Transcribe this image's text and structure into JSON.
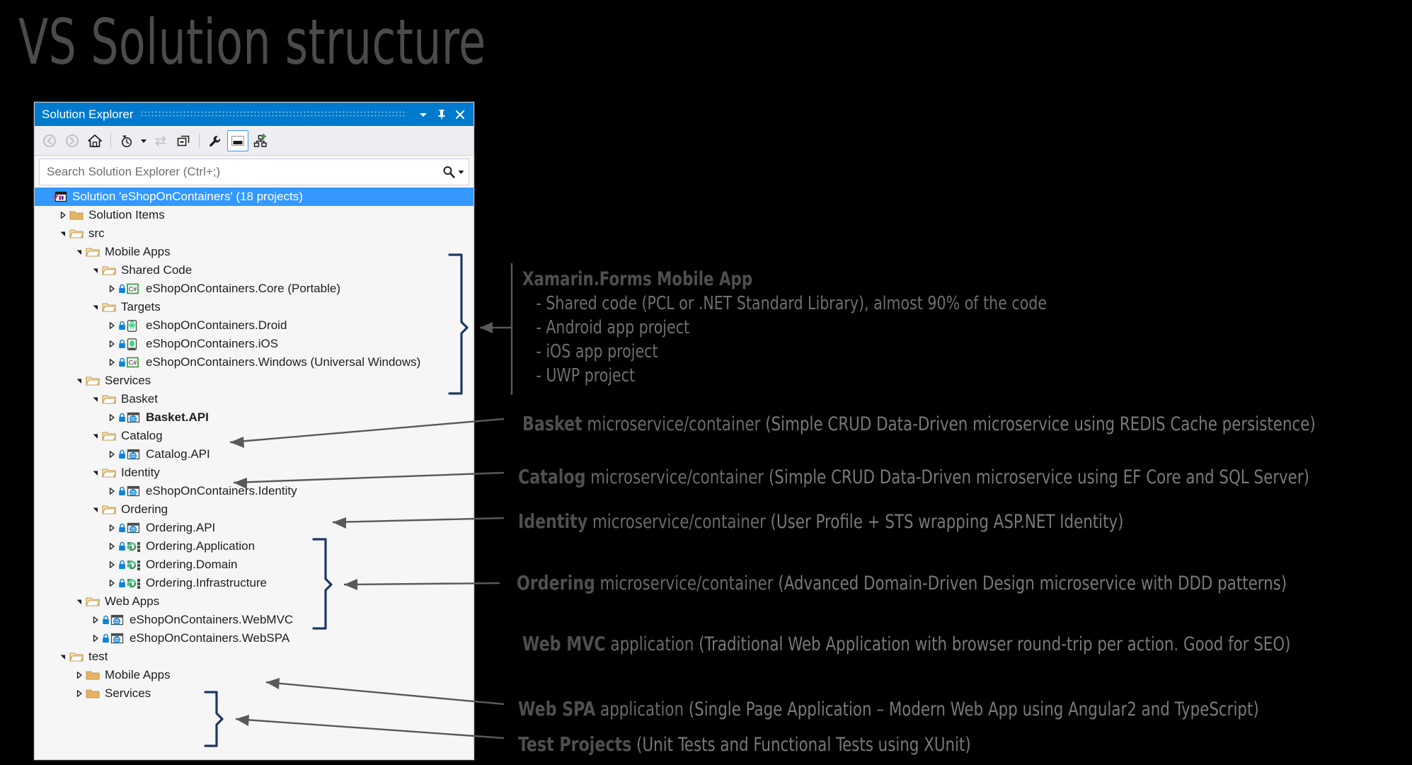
{
  "slide": {
    "title": "VS Solution structure",
    "background": "#000000",
    "title_color": "#4b4b4b"
  },
  "solution_explorer": {
    "titlebar": {
      "label": "Solution Explorer",
      "accent_color": "#007acc",
      "buttons": [
        {
          "name": "dropdown",
          "glyph": "chevron-down-icon"
        },
        {
          "name": "pin",
          "glyph": "pin-icon"
        },
        {
          "name": "close",
          "glyph": "close-icon"
        }
      ]
    },
    "toolbar": {
      "items": [
        {
          "name": "back",
          "icon": "back-arrow-icon",
          "enabled": false
        },
        {
          "name": "forward",
          "icon": "forward-arrow-icon",
          "enabled": false
        },
        {
          "name": "home",
          "icon": "home-icon",
          "enabled": true
        },
        {
          "name": "pending-changes",
          "icon": "clock-icon",
          "enabled": true,
          "has_dropdown": true
        },
        {
          "name": "sync-with-active-document",
          "icon": "sync-icon",
          "enabled": false
        },
        {
          "name": "collapse-all",
          "icon": "collapse-all-icon",
          "enabled": true
        },
        {
          "name": "properties",
          "icon": "wrench-icon",
          "enabled": true
        },
        {
          "name": "preview-selected-items",
          "icon": "preview-pane-icon",
          "enabled": true,
          "selected": true
        },
        {
          "name": "view-class-diagram",
          "icon": "hierarchy-plus-icon",
          "enabled": true
        }
      ]
    },
    "search": {
      "placeholder": "Search Solution Explorer (Ctrl+;)",
      "value": "",
      "icon": "magnifier-icon",
      "dropdown_icon": "chevron-down-icon"
    },
    "tree": [
      {
        "depth": 0,
        "label": "Solution 'eShopOnContainers' (18 projects)",
        "icon": "solution-icon",
        "state": "expanded",
        "selected": true
      },
      {
        "depth": 1,
        "label": "Solution Items",
        "icon": "folder-closed-icon",
        "state": "collapsed"
      },
      {
        "depth": 1,
        "label": "src",
        "icon": "folder-open-icon",
        "state": "expanded"
      },
      {
        "depth": 2,
        "label": "Mobile Apps",
        "icon": "folder-open-icon",
        "state": "expanded"
      },
      {
        "depth": 3,
        "label": "Shared Code",
        "icon": "folder-open-icon",
        "state": "expanded"
      },
      {
        "depth": 4,
        "label": "eShopOnContainers.Core (Portable)",
        "icon": "csharp-project-icon",
        "state": "collapsed",
        "locked": true
      },
      {
        "depth": 3,
        "label": "Targets",
        "icon": "folder-open-icon",
        "state": "expanded"
      },
      {
        "depth": 4,
        "label": "eShopOnContainers.Droid",
        "icon": "android-project-icon",
        "state": "collapsed",
        "locked": true
      },
      {
        "depth": 4,
        "label": "eShopOnContainers.iOS",
        "icon": "ios-project-icon",
        "state": "collapsed",
        "locked": true
      },
      {
        "depth": 4,
        "label": "eShopOnContainers.Windows (Universal Windows)",
        "icon": "csharp-project-icon",
        "state": "collapsed",
        "locked": true
      },
      {
        "depth": 2,
        "label": "Services",
        "icon": "folder-open-icon",
        "state": "expanded"
      },
      {
        "depth": 3,
        "label": "Basket",
        "icon": "folder-open-icon",
        "state": "expanded"
      },
      {
        "depth": 4,
        "label": "Basket.API",
        "icon": "web-project-icon",
        "state": "collapsed",
        "locked": true,
        "bold": true
      },
      {
        "depth": 3,
        "label": "Catalog",
        "icon": "folder-open-icon",
        "state": "expanded"
      },
      {
        "depth": 4,
        "label": "Catalog.API",
        "icon": "web-project-icon",
        "state": "collapsed",
        "locked": true
      },
      {
        "depth": 3,
        "label": "Identity",
        "icon": "folder-open-icon",
        "state": "expanded"
      },
      {
        "depth": 4,
        "label": "eShopOnContainers.Identity",
        "icon": "web-project-icon",
        "state": "collapsed",
        "locked": true
      },
      {
        "depth": 3,
        "label": "Ordering",
        "icon": "folder-open-icon",
        "state": "expanded"
      },
      {
        "depth": 4,
        "label": "Ordering.API",
        "icon": "web-project-icon",
        "state": "collapsed",
        "locked": true
      },
      {
        "depth": 4,
        "label": "Ordering.Application",
        "icon": "class-library-icon",
        "state": "collapsed",
        "locked": true
      },
      {
        "depth": 4,
        "label": "Ordering.Domain",
        "icon": "class-library-icon",
        "state": "collapsed",
        "locked": true
      },
      {
        "depth": 4,
        "label": "Ordering.Infrastructure",
        "icon": "class-library-icon",
        "state": "collapsed",
        "locked": true
      },
      {
        "depth": 2,
        "label": "Web Apps",
        "icon": "folder-open-icon",
        "state": "expanded"
      },
      {
        "depth": 3,
        "label": "eShopOnContainers.WebMVC",
        "icon": "web-project-icon",
        "state": "collapsed",
        "locked": true
      },
      {
        "depth": 3,
        "label": "eShopOnContainers.WebSPA",
        "icon": "web-project-icon",
        "state": "collapsed",
        "locked": true
      },
      {
        "depth": 1,
        "label": "test",
        "icon": "folder-open-icon",
        "state": "expanded"
      },
      {
        "depth": 2,
        "label": "Mobile Apps",
        "icon": "folder-closed-icon",
        "state": "collapsed"
      },
      {
        "depth": 2,
        "label": "Services",
        "icon": "folder-closed-icon",
        "state": "collapsed"
      }
    ]
  },
  "annotations": {
    "mobile": {
      "title": "Xamarin.Forms Mobile App",
      "bullets": [
        "- Shared code (PCL or .NET Standard Library), almost 90% of the code",
        "- Android app project",
        "- iOS app project",
        "- UWP project"
      ]
    },
    "lines": [
      {
        "name": "basket",
        "head": "Basket",
        "mid": " microservice/container ",
        "sub": "(Simple CRUD Data-Driven microservice using REDIS Cache persistence)"
      },
      {
        "name": "catalog",
        "head": "Catalog",
        "mid": " microservice/container ",
        "sub": "(Simple CRUD Data-Driven microservice using EF Core and SQL Server)"
      },
      {
        "name": "identity",
        "head": "Identity",
        "mid": " microservice/container ",
        "sub": "(User Profile + STS wrapping ASP.NET Identity)"
      },
      {
        "name": "ordering",
        "head": "Ordering",
        "mid": " microservice/container ",
        "sub": "(Advanced Domain-Driven Design microservice with DDD patterns)"
      },
      {
        "name": "webmvc",
        "head": "Web MVC",
        "mid": " application ",
        "sub": "(Traditional Web Application with browser round-trip per action. Good for SEO)"
      },
      {
        "name": "webspa",
        "head": "Web SPA",
        "mid": " application ",
        "sub": "(Single Page Application – Modern Web App using Angular2 and TypeScript)"
      },
      {
        "name": "tests",
        "head": "Test Projects",
        "mid": " ",
        "sub": "(Unit Tests and Functional Tests using XUnit)"
      }
    ],
    "connector_color": "#1f3864",
    "arrow_color": "#595959"
  }
}
